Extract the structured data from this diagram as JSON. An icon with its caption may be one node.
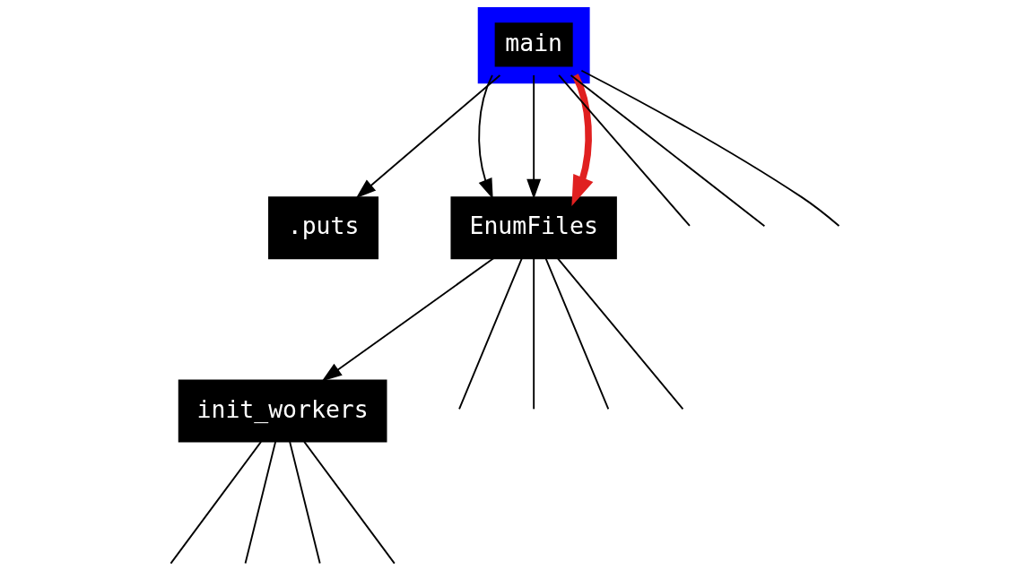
{
  "diagram": {
    "nodes": [
      {
        "text": [
          "main"
        ]
      },
      {
        "text": [
          ".puts"
        ]
      },
      {
        "text": [
          "EnumFiles"
        ]
      },
      {
        "text": [
          "init_workers"
        ]
      }
    ],
    "edges": [
      {
        "from": 0,
        "to": 1,
        "arrow": "to"
      },
      {
        "from": 0,
        "to": 2,
        "arrow": "to"
      },
      {
        "from": 0,
        "to": 2,
        "arrow": "to"
      },
      {
        "from": 0,
        "to": null,
        "arrow": "none"
      },
      {
        "from": 0,
        "to": null,
        "arrow": "none"
      },
      {
        "from": 0,
        "to": null,
        "arrow": "none"
      },
      {
        "from": 0,
        "to": 2,
        "arrow": "to",
        "style": "thick",
        "color": "#e02020"
      },
      {
        "from": 2,
        "to": null,
        "arrow": "none"
      },
      {
        "from": 2,
        "to": null,
        "arrow": "none"
      },
      {
        "from": 2,
        "to": 3,
        "arrow": "to"
      },
      {
        "from": 2,
        "to": null,
        "arrow": "none"
      },
      {
        "from": 2,
        "to": null,
        "arrow": "none"
      },
      {
        "from": 3,
        "to": null,
        "arrow": "none"
      },
      {
        "from": 3,
        "to": null,
        "arrow": "none"
      },
      {
        "from": 3,
        "to": null,
        "arrow": "none"
      },
      {
        "from": 3,
        "to": null,
        "arrow": "none"
      }
    ]
  }
}
